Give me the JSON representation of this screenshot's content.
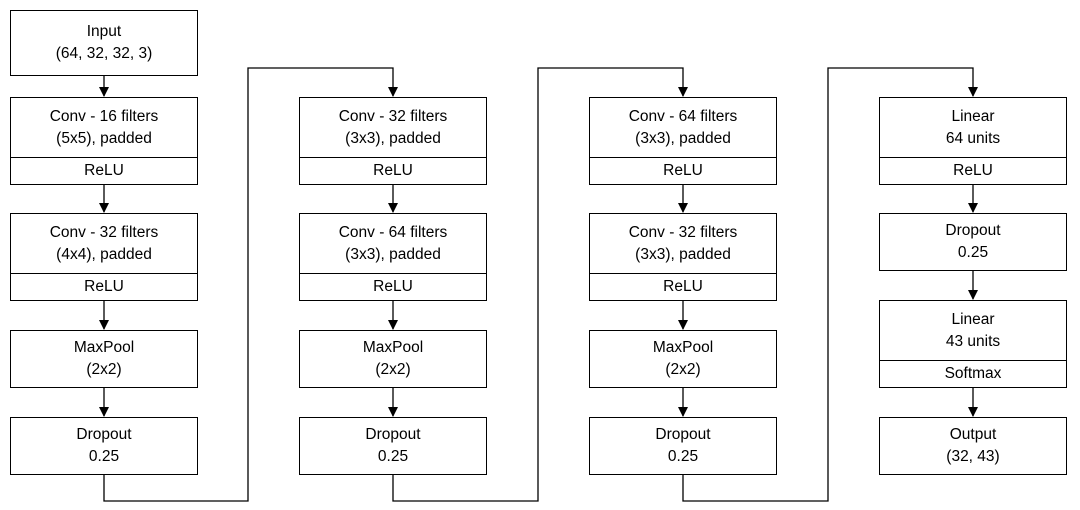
{
  "diagram": {
    "columns": [
      {
        "blocks": [
          {
            "lines": [
              "Input",
              "(64, 32, 32, 3)"
            ]
          },
          {
            "lines": [
              "Conv - 16 filters",
              "(5x5), padded"
            ],
            "activation": "ReLU"
          },
          {
            "lines": [
              "Conv - 32 filters",
              "(4x4), padded"
            ],
            "activation": "ReLU"
          },
          {
            "lines": [
              "MaxPool",
              "(2x2)"
            ]
          },
          {
            "lines": [
              "Dropout",
              "0.25"
            ]
          }
        ]
      },
      {
        "blocks": [
          {
            "lines": [
              "Conv - 32 filters",
              "(3x3), padded"
            ],
            "activation": "ReLU"
          },
          {
            "lines": [
              "Conv - 64 filters",
              "(3x3), padded"
            ],
            "activation": "ReLU"
          },
          {
            "lines": [
              "MaxPool",
              "(2x2)"
            ]
          },
          {
            "lines": [
              "Dropout",
              "0.25"
            ]
          }
        ]
      },
      {
        "blocks": [
          {
            "lines": [
              "Conv - 64 filters",
              "(3x3), padded"
            ],
            "activation": "ReLU"
          },
          {
            "lines": [
              "Conv - 32 filters",
              "(3x3), padded"
            ],
            "activation": "ReLU"
          },
          {
            "lines": [
              "MaxPool",
              "(2x2)"
            ]
          },
          {
            "lines": [
              "Dropout",
              "0.25"
            ]
          }
        ]
      },
      {
        "blocks": [
          {
            "lines": [
              "Linear",
              "64 units"
            ],
            "activation": "ReLU"
          },
          {
            "lines": [
              "Dropout",
              "0.25"
            ]
          },
          {
            "lines": [
              "Linear",
              "43 units"
            ],
            "activation": "Softmax"
          },
          {
            "lines": [
              "Output",
              "(32, 43)"
            ]
          }
        ]
      }
    ],
    "colors": {
      "stroke": "#000000",
      "fill": "#ffffff",
      "text": "#000000"
    }
  }
}
